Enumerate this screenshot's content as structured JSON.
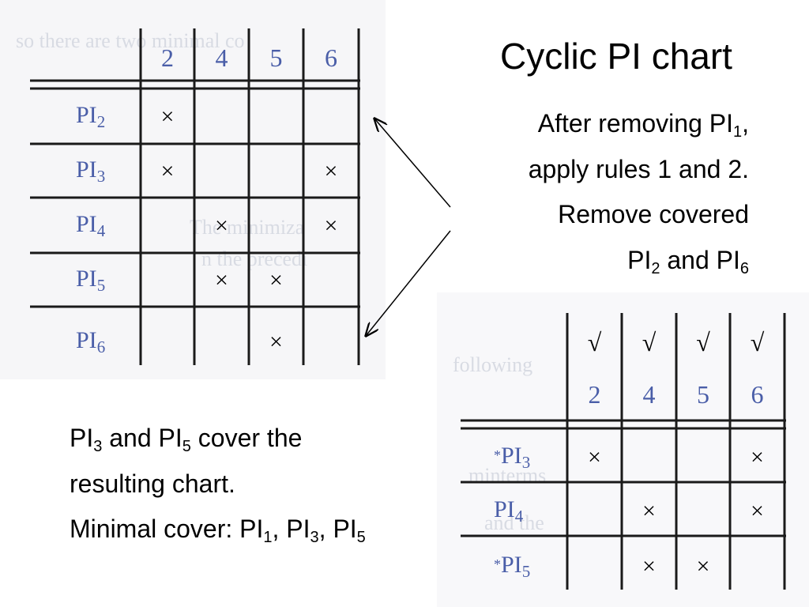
{
  "slide": {
    "title": "Cyclic PI chart",
    "right_lines": [
      {
        "parts": [
          {
            "t": "After removing PI"
          },
          {
            "sub": "1"
          },
          {
            "t": ","
          }
        ]
      },
      {
        "parts": [
          {
            "t": "apply rules 1 and 2."
          }
        ]
      },
      {
        "parts": [
          {
            "t": "Remove covered"
          }
        ]
      },
      {
        "parts": [
          {
            "t": "PI"
          },
          {
            "sub": "2"
          },
          {
            "t": " and PI"
          },
          {
            "sub": "6"
          }
        ]
      }
    ],
    "left_lines": [
      {
        "parts": [
          {
            "t": "PI"
          },
          {
            "sub": "3"
          },
          {
            "t": " and PI"
          },
          {
            "sub": "5"
          },
          {
            "t": " cover the"
          }
        ]
      },
      {
        "parts": [
          {
            "t": "resulting chart."
          }
        ]
      },
      {
        "parts": [
          {
            "t": "Minimal cover: PI"
          },
          {
            "sub": "1"
          },
          {
            "t": ", PI"
          },
          {
            "sub": "3"
          },
          {
            "t": ", PI"
          },
          {
            "sub": "5"
          }
        ]
      }
    ]
  },
  "table1": {
    "columns": [
      "2",
      "4",
      "5",
      "6"
    ],
    "rows": [
      {
        "label": "PI",
        "sub": "2",
        "marks": [
          true,
          false,
          false,
          false
        ]
      },
      {
        "label": "PI",
        "sub": "3",
        "marks": [
          true,
          false,
          false,
          true
        ]
      },
      {
        "label": "PI",
        "sub": "4",
        "marks": [
          false,
          true,
          false,
          true
        ]
      },
      {
        "label": "PI",
        "sub": "5",
        "marks": [
          false,
          true,
          true,
          false
        ]
      },
      {
        "label": "PI",
        "sub": "6",
        "marks": [
          false,
          false,
          true,
          false
        ]
      }
    ],
    "mark_symbol": "×"
  },
  "table2": {
    "checks": [
      "√",
      "√",
      "√",
      "√"
    ],
    "columns": [
      "2",
      "4",
      "5",
      "6"
    ],
    "rows": [
      {
        "star": "*",
        "label": "PI",
        "sub": "3",
        "marks": [
          true,
          false,
          false,
          true
        ]
      },
      {
        "star": "",
        "label": "PI",
        "sub": "4",
        "marks": [
          false,
          true,
          false,
          true
        ]
      },
      {
        "star": "*",
        "label": "PI",
        "sub": "5",
        "marks": [
          false,
          true,
          true,
          false
        ]
      }
    ],
    "mark_symbol": "×"
  },
  "colors": {
    "label_blue": "#4a5ea8",
    "grid": "#1a1a1a"
  }
}
